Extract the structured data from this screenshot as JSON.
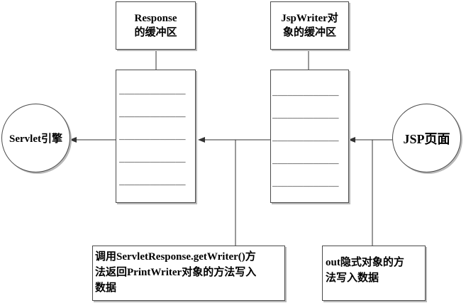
{
  "response_buffer": {
    "title_line1": "Response",
    "title_line2": "的缓冲区"
  },
  "jspwriter_buffer": {
    "title_line1": "JspWriter对",
    "title_line2": "象的缓冲区"
  },
  "servlet_engine": {
    "label": "Servlet引擎"
  },
  "jsp_page": {
    "label": "JSP页面"
  },
  "buffer_lines": [
    "_____________",
    "_____________",
    "_____________",
    "_____________",
    "_____________"
  ],
  "note_servlet": {
    "line1": "调用ServletResponse.getWriter()方",
    "line2": "法返回PrintWriter对象的方法写入",
    "line3": "数据"
  },
  "note_out": {
    "line1": "out隐式对象的方",
    "line2": "法写入数据"
  }
}
